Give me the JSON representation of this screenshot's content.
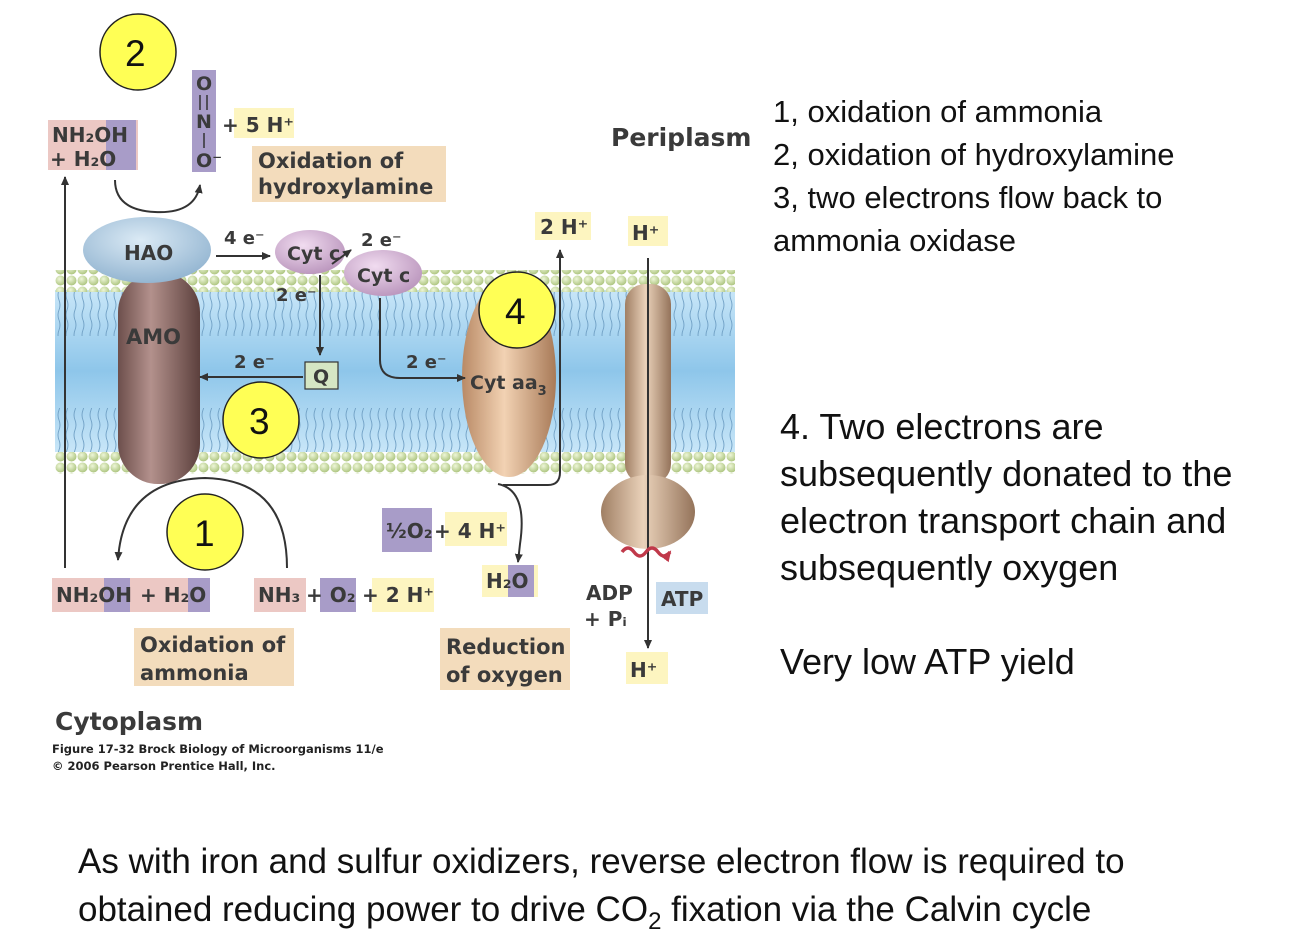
{
  "diagram": {
    "periplasm_label": "Periplasm",
    "cytoplasm_label": "Cytoplasm",
    "figure_caption_line1": "Figure 17-32  Brock Biology of Microorganisms 11/e",
    "figure_caption_line2": "© 2006 Pearson Prentice Hall, Inc.",
    "proteins": {
      "hao": "HAO",
      "amo": "AMO",
      "cyt_c_1": "Cyt c",
      "cyt_c_2": "Cyt c",
      "q": "Q",
      "cyt_aa3": "Cyt aa",
      "cyt_aa3_sub": "3"
    },
    "electron_labels": {
      "hao_to_cytc": "4 e⁻",
      "cytc_to_cytc": "2 e⁻",
      "cytc_to_q": "2 e⁻",
      "q_to_amo": "2 e⁻",
      "cytc_to_aa3": "2 e⁻"
    },
    "molecules": {
      "nh2oh_top": "NH₂OH",
      "h2o_top": "+ H₂O",
      "nitrite_o_top": "O",
      "nitrite_n": "N",
      "nitrite_o_bottom": "O⁻",
      "five_h": "+ 5 H⁺",
      "two_h_out": "2 H⁺",
      "h_in_top": "H⁺",
      "nh2oh_bottom": "NH₂OH",
      "h2o_bottom": "+ H₂O",
      "nh3": "NH₃",
      "o2": "+ O₂",
      "two_h_in": "+ 2 H⁺",
      "half_o2": "½O₂",
      "four_h": "+ 4 H⁺",
      "h2o_product": "H₂O",
      "adp": "ADP",
      "pi": "+ Pᵢ",
      "atp": "ATP",
      "h_in_bottom": "H⁺"
    },
    "process_labels": {
      "oxidation_hydroxylamine_1": "Oxidation of",
      "oxidation_hydroxylamine_2": "hydroxylamine",
      "oxidation_ammonia_1": "Oxidation of",
      "oxidation_ammonia_2": "ammonia",
      "reduction_oxygen_1": "Reduction",
      "reduction_oxygen_2": "of oxygen"
    },
    "step_markers": [
      "1",
      "2",
      "3",
      "4"
    ]
  },
  "notes": {
    "top": [
      "1, oxidation of ammonia",
      "2, oxidation of hydroxylamine",
      "3, two electrons flow back to",
      "ammonia oxidase"
    ],
    "step4": [
      "4. Two electrons are",
      "subsequently donated to the",
      "electron transport chain and",
      "subsequently oxygen"
    ],
    "yield": "Very low ATP yield"
  },
  "bottom_text": {
    "line1": "As with iron and sulfur oxidizers, reverse electron flow is required to",
    "line2_before": "obtained reducing power to drive CO",
    "line2_sub": "2",
    "line2_after": " fixation via the Calvin cycle"
  },
  "colors": {
    "marker_yellow": "#ffff55",
    "membrane_blue": "#9cd0ee",
    "lipid_green": "#b4cc88",
    "label_tan": "#f3dcbc",
    "label_yellow": "#fdf5c0",
    "label_purple": "#a89cc8",
    "label_pink": "#ecc8c4",
    "label_blue": "#c8dcee"
  }
}
